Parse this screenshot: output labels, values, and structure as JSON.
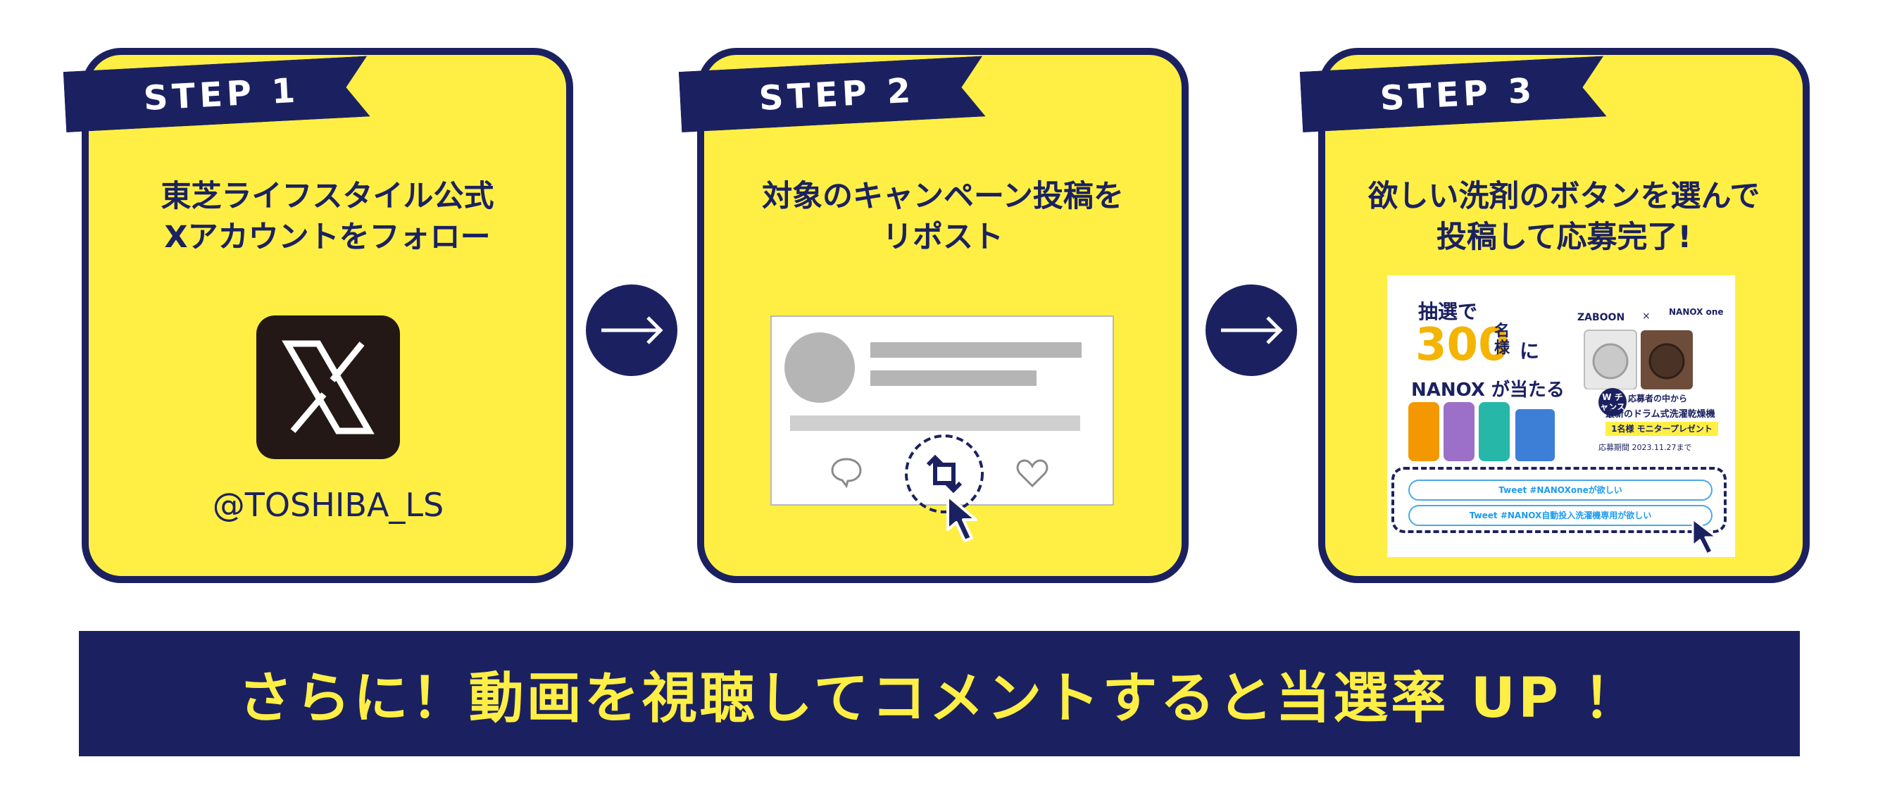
{
  "colors": {
    "navy": "#1b2160",
    "yellow": "#ffef45",
    "tweet_blue": "#1d9bf0"
  },
  "steps": [
    {
      "label": "STEP 1",
      "text": "東芝ライフスタイル公式\nXアカウントをフォロー",
      "handle": "@TOSHIBA_LS",
      "icon": "x-logo-icon"
    },
    {
      "label": "STEP 2",
      "text": "対象のキャンペーン投稿を\nリポスト",
      "icons": [
        "reply-icon",
        "repost-icon",
        "like-icon",
        "cursor-icon"
      ]
    },
    {
      "label": "STEP 3",
      "text": "欲しい洗剤のボタンを選んで\n投稿して応募完了!",
      "icons": [
        "cursor-icon"
      ]
    }
  ],
  "banner": {
    "lottery": "抽選で",
    "count": "300",
    "unit": "名様",
    "ni": "に",
    "nanox_prize": "NANOX が当たる!",
    "zaboon": "ZABOON",
    "cross": "×",
    "nanox_brand": "NANOX one",
    "w_chance": "W チャンス",
    "apply_from": "応募者の中から",
    "drum": "最新のドラム式洗濯乾燥機",
    "present": "1名様 モニタープレゼント",
    "deadline": "応募期間 2023.11.27まで",
    "buttons": [
      "Tweet #NANOXoneが欲しい",
      "Tweet #NANOX自動投入洗濯機専用が欲しい"
    ]
  },
  "bottom_message": "さらに！動画を視聴してコメントすると当選率 UP ！"
}
